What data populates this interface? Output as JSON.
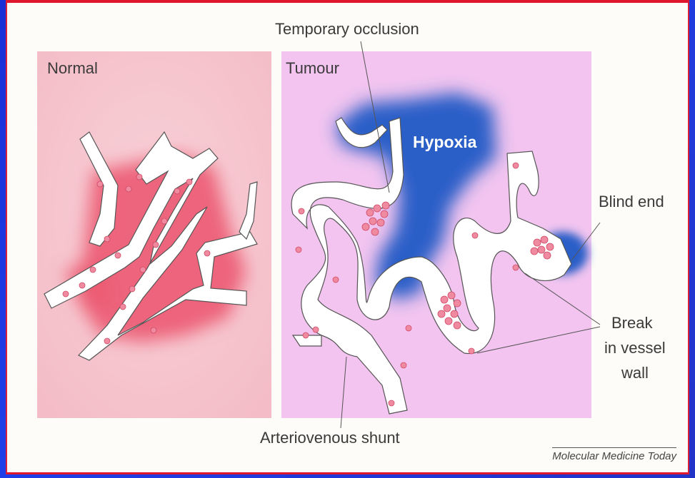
{
  "panels": {
    "normal_title": "Normal",
    "tumour_title": "Tumour"
  },
  "labels": {
    "temporary_occlusion": "Temporary occlusion",
    "hypoxia": "Hypoxia",
    "blind_end": "Blind end",
    "break_line1": "Break",
    "break_line2": "in vessel",
    "break_line3": "wall",
    "av_shunt": "Arteriovenous shunt"
  },
  "credit": "Molecular Medicine Today",
  "colors": {
    "border": "#1f3fe8",
    "normal_bg": "#f6c6ce",
    "tumour_bg": "#f0c2ee",
    "blood": "#ec5a72",
    "hypoxia": "#2c5fc8",
    "vessel": "#ffffff"
  }
}
